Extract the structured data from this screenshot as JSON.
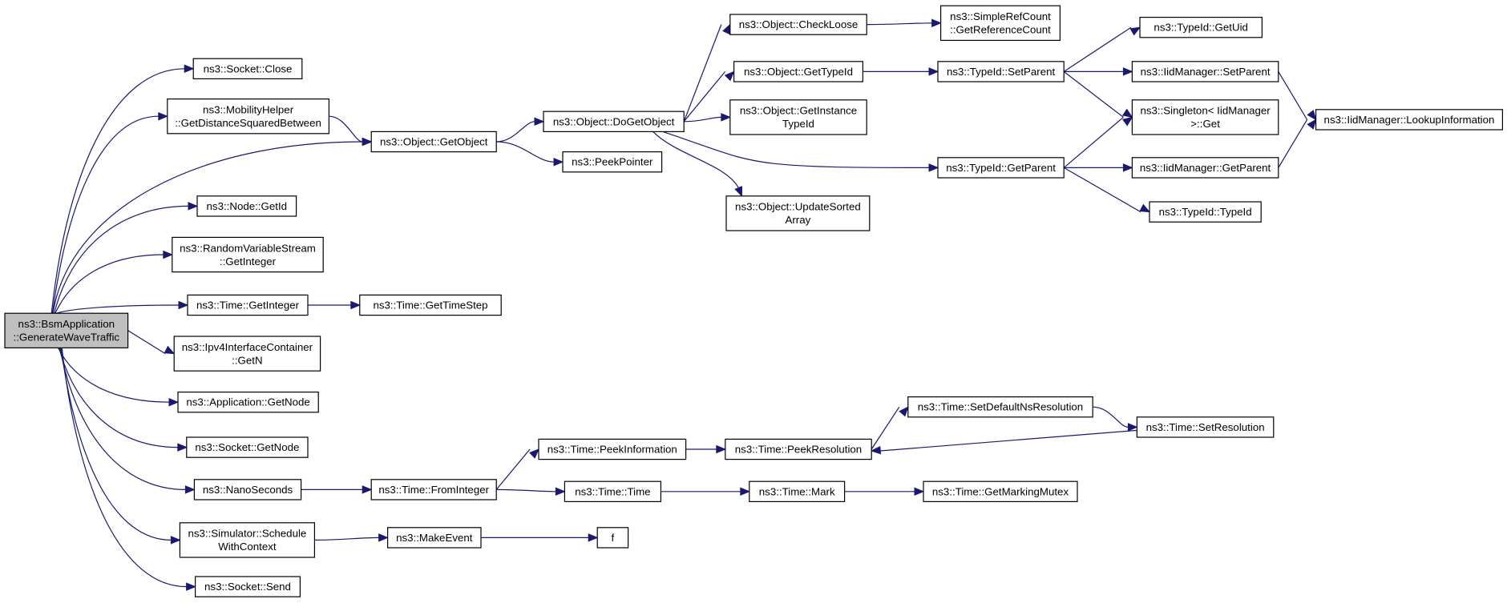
{
  "graph": {
    "edge_color": "#191970",
    "root_fill": "#bfbfbf",
    "node_fill": "#ffffff",
    "nodes": [
      {
        "id": "root",
        "lines": [
          "ns3::BsmApplication",
          "::GenerateWaveTraffic"
        ],
        "root": true
      },
      {
        "id": "sock_close",
        "lines": [
          "ns3::Socket::Close"
        ]
      },
      {
        "id": "mob",
        "lines": [
          "ns3::MobilityHelper",
          "::GetDistanceSquaredBetween"
        ]
      },
      {
        "id": "getobj",
        "lines": [
          "ns3::Object::GetObject"
        ]
      },
      {
        "id": "node_getid",
        "lines": [
          "ns3::Node::GetId"
        ]
      },
      {
        "id": "rvs",
        "lines": [
          "ns3::RandomVariableStream",
          "::GetInteger"
        ]
      },
      {
        "id": "time_getint",
        "lines": [
          "ns3::Time::GetInteger"
        ]
      },
      {
        "id": "time_step",
        "lines": [
          "ns3::Time::GetTimeStep"
        ]
      },
      {
        "id": "ipv4",
        "lines": [
          "ns3::Ipv4InterfaceContainer",
          "::GetN"
        ]
      },
      {
        "id": "app_getnode",
        "lines": [
          "ns3::Application::GetNode"
        ]
      },
      {
        "id": "sock_getnode",
        "lines": [
          "ns3::Socket::GetNode"
        ]
      },
      {
        "id": "nano",
        "lines": [
          "ns3::NanoSeconds"
        ]
      },
      {
        "id": "fromint",
        "lines": [
          "ns3::Time::FromInteger"
        ]
      },
      {
        "id": "sched",
        "lines": [
          "ns3::Simulator::Schedule",
          "WithContext"
        ]
      },
      {
        "id": "makeevent",
        "lines": [
          "ns3::MakeEvent"
        ]
      },
      {
        "id": "f",
        "lines": [
          "f"
        ]
      },
      {
        "id": "sock_send",
        "lines": [
          "ns3::Socket::Send"
        ]
      },
      {
        "id": "dogetobj",
        "lines": [
          "ns3::Object::DoGetObject"
        ]
      },
      {
        "id": "peekptr",
        "lines": [
          "ns3::PeekPointer"
        ]
      },
      {
        "id": "checkloose",
        "lines": [
          "ns3::Object::CheckLoose"
        ]
      },
      {
        "id": "gettypeid",
        "lines": [
          "ns3::Object::GetTypeId"
        ]
      },
      {
        "id": "getinst",
        "lines": [
          "ns3::Object::GetInstance",
          "TypeId"
        ]
      },
      {
        "id": "upsorted",
        "lines": [
          "ns3::Object::UpdateSorted",
          "Array"
        ]
      },
      {
        "id": "refcount",
        "lines": [
          "ns3::SimpleRefCount",
          "::GetReferenceCount"
        ]
      },
      {
        "id": "tid_setparent",
        "lines": [
          "ns3::TypeId::SetParent"
        ]
      },
      {
        "id": "tid_getparent",
        "lines": [
          "ns3::TypeId::GetParent"
        ]
      },
      {
        "id": "tid_getuid",
        "lines": [
          "ns3::TypeId::GetUid"
        ]
      },
      {
        "id": "iid_setparent",
        "lines": [
          "ns3::IidManager::SetParent"
        ]
      },
      {
        "id": "singleton",
        "lines": [
          "ns3::Singleton< IidManager",
          " >::Get"
        ]
      },
      {
        "id": "iid_getparent",
        "lines": [
          "ns3::IidManager::GetParent"
        ]
      },
      {
        "id": "tid_typeid",
        "lines": [
          "ns3::TypeId::TypeId"
        ]
      },
      {
        "id": "lookup",
        "lines": [
          "ns3::IidManager::LookupInformation"
        ]
      },
      {
        "id": "peekinfo",
        "lines": [
          "ns3::Time::PeekInformation"
        ]
      },
      {
        "id": "peekres",
        "lines": [
          "ns3::Time::PeekResolution"
        ]
      },
      {
        "id": "setdefres",
        "lines": [
          "ns3::Time::SetDefaultNsResolution"
        ]
      },
      {
        "id": "setres",
        "lines": [
          "ns3::Time::SetResolution"
        ]
      },
      {
        "id": "time_time",
        "lines": [
          "ns3::Time::Time"
        ]
      },
      {
        "id": "mark",
        "lines": [
          "ns3::Time::Mark"
        ]
      },
      {
        "id": "mutex",
        "lines": [
          "ns3::Time::GetMarkingMutex"
        ]
      }
    ],
    "edges": [
      [
        "root",
        "sock_close"
      ],
      [
        "root",
        "mob"
      ],
      [
        "root",
        "getobj"
      ],
      [
        "root",
        "node_getid"
      ],
      [
        "root",
        "rvs"
      ],
      [
        "root",
        "time_getint"
      ],
      [
        "root",
        "ipv4"
      ],
      [
        "root",
        "app_getnode"
      ],
      [
        "root",
        "sock_getnode"
      ],
      [
        "root",
        "nano"
      ],
      [
        "root",
        "sched"
      ],
      [
        "root",
        "sock_send"
      ],
      [
        "mob",
        "getobj"
      ],
      [
        "getobj",
        "dogetobj"
      ],
      [
        "getobj",
        "peekptr"
      ],
      [
        "time_getint",
        "time_step"
      ],
      [
        "nano",
        "fromint"
      ],
      [
        "fromint",
        "peekinfo"
      ],
      [
        "fromint",
        "time_time"
      ],
      [
        "sched",
        "makeevent"
      ],
      [
        "makeevent",
        "f"
      ],
      [
        "dogetobj",
        "checkloose"
      ],
      [
        "dogetobj",
        "gettypeid"
      ],
      [
        "dogetobj",
        "getinst"
      ],
      [
        "dogetobj",
        "upsorted"
      ],
      [
        "dogetobj",
        "tid_getparent"
      ],
      [
        "checkloose",
        "refcount"
      ],
      [
        "gettypeid",
        "tid_setparent"
      ],
      [
        "tid_setparent",
        "tid_getuid"
      ],
      [
        "tid_setparent",
        "iid_setparent"
      ],
      [
        "tid_setparent",
        "singleton"
      ],
      [
        "tid_getparent",
        "singleton"
      ],
      [
        "tid_getparent",
        "iid_getparent"
      ],
      [
        "tid_getparent",
        "tid_typeid"
      ],
      [
        "iid_setparent",
        "lookup"
      ],
      [
        "iid_getparent",
        "lookup"
      ],
      [
        "peekinfo",
        "peekres"
      ],
      [
        "peekres",
        "setdefres"
      ],
      [
        "setdefres",
        "setres"
      ],
      [
        "setres",
        "peekres"
      ],
      [
        "time_time",
        "mark"
      ],
      [
        "mark",
        "mutex"
      ]
    ]
  }
}
